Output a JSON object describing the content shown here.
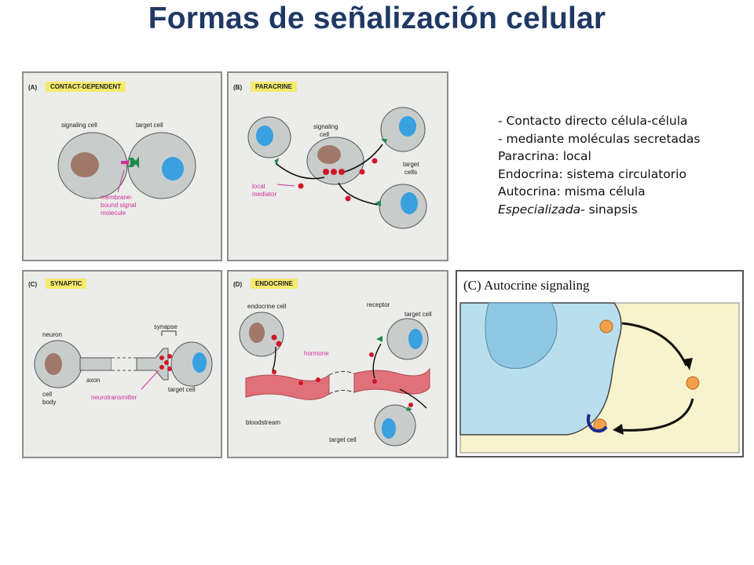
{
  "title": "Formas de señalización celular",
  "panels": {
    "a": {
      "letter": "(A)",
      "tag": "CONTACT-DEPENDENT",
      "signaling_cell": "signaling cell",
      "target_cell": "target cell",
      "molecule_line1": "membrane-",
      "molecule_line2": "bound signal",
      "molecule_line3": "molecule"
    },
    "b": {
      "letter": "(B)",
      "tag": "PARACRINE",
      "signaling_line1": "signaling",
      "signaling_line2": "cell",
      "target_line1": "target",
      "target_line2": "cells",
      "mediator_line1": "local",
      "mediator_line2": "mediator"
    },
    "c": {
      "letter": "(C)",
      "tag": "SYNAPTIC",
      "neuron": "neuron",
      "synapse": "synapse",
      "axon": "axon",
      "cell_body_line1": "cell",
      "cell_body_line2": "body",
      "neurotransmitter": "neurotransmitter",
      "target_cell": "target cell"
    },
    "d": {
      "letter": "(D)",
      "tag": "ENDOCRINE",
      "endocrine_cell": "endocrine cell",
      "receptor": "receptor",
      "target_cell_top": "target cell",
      "hormone": "hormone",
      "bloodstream": "bloodstream",
      "target_cell_bottom": "target cell"
    }
  },
  "notes": [
    "- Contacto directo célula-célula",
    "-  mediante moléculas secretadas",
    "Paracrina: local",
    "Endocrina: sistema circulatorio",
    "Autocrina: misma célula",
    "Especializada- sinapsis"
  ],
  "notes_italic_part": "Especializada",
  "notes_rest": "- sinapsis",
  "autocrine": {
    "title": "(C)  Autocrine signaling"
  },
  "colors": {
    "title": "#1f3864",
    "cell": "#c8cdcc",
    "nucleus_brown": "#a0786a",
    "nucleus_blue": "#3aa0e0",
    "signal_red": "#d01828",
    "receptor_green": "#1f8a4a",
    "tag_yellow": "#f6ea6c",
    "pink_label": "#d0309a",
    "blood": "#e0707a",
    "autocrine_bg": "#f8f3cc",
    "autocrine_cell": "#b9dfee",
    "autocrine_ball": "#f2a14a"
  }
}
